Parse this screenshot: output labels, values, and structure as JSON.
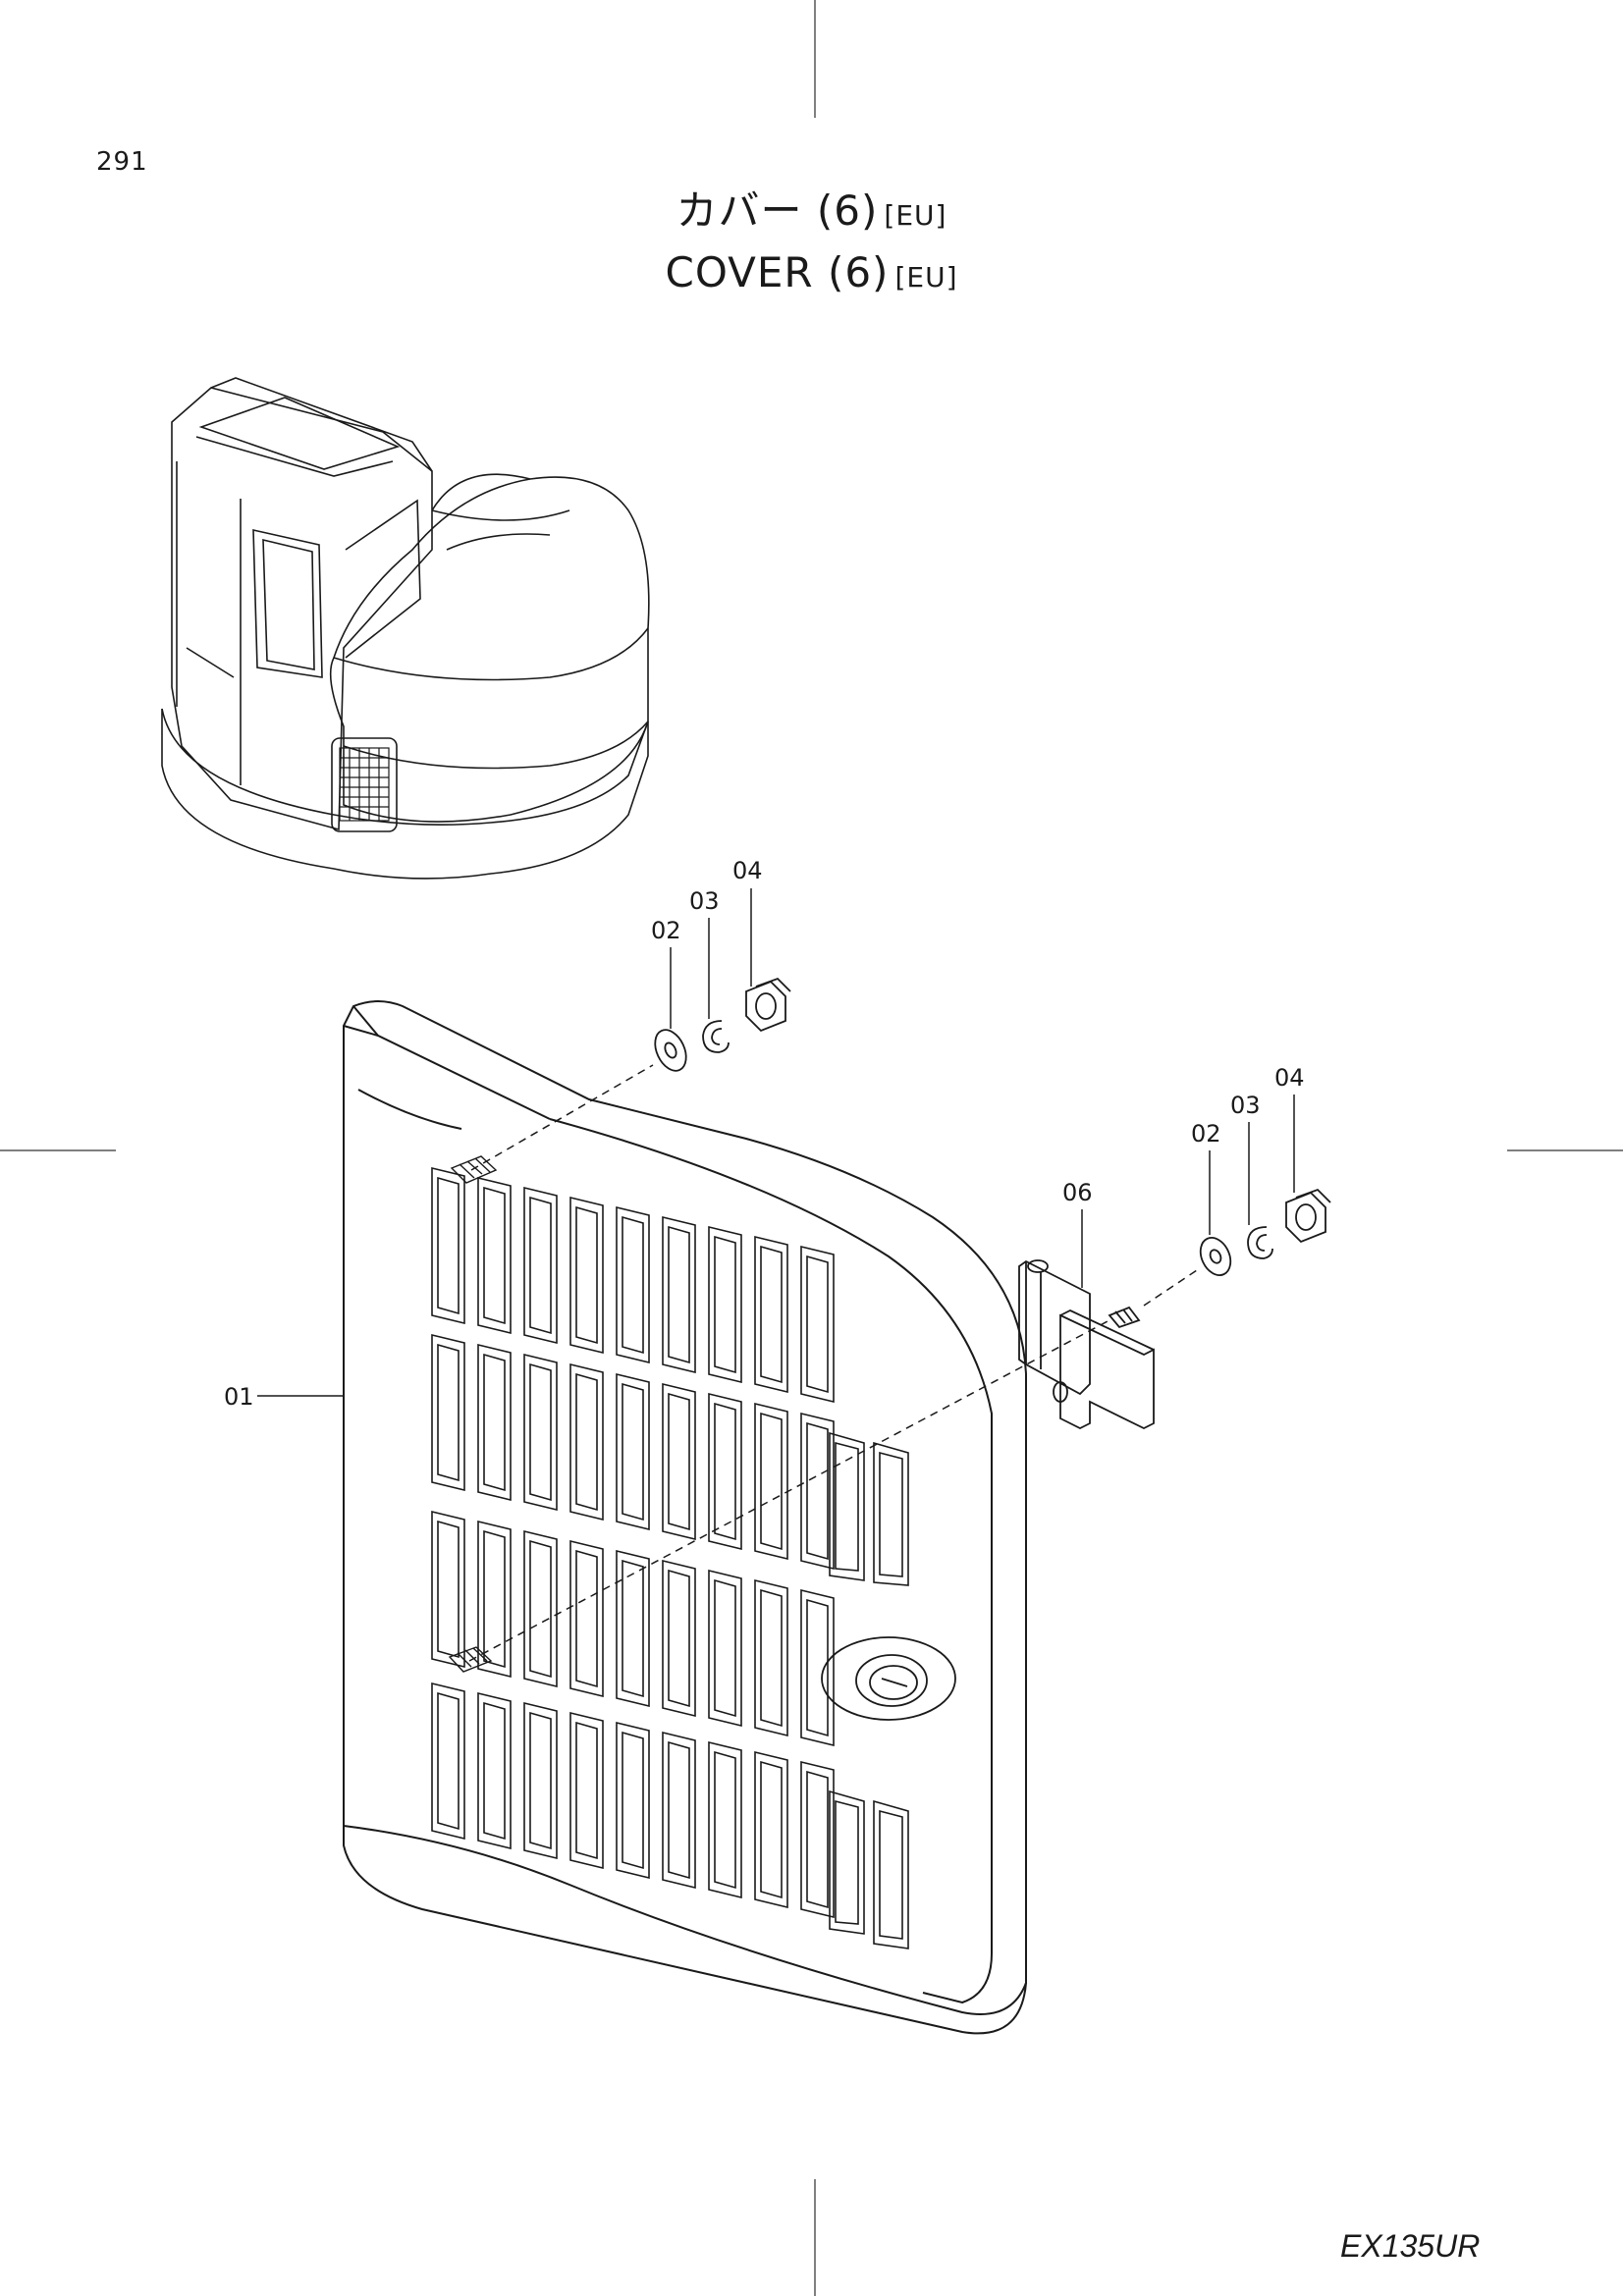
{
  "page": {
    "number": "291",
    "model": "EX135UR"
  },
  "title": {
    "jp_text": "カバー (6)",
    "jp_tag": "[EU]",
    "en_text": "COVER (6)",
    "en_tag": "[EU]"
  },
  "callouts": {
    "cover": "01",
    "washer_upper": "02",
    "lockwasher_upper": "03",
    "nut_upper": "04",
    "washer_lower": "02",
    "lockwasher_lower": "03",
    "nut_lower": "04",
    "hinge": "06"
  }
}
